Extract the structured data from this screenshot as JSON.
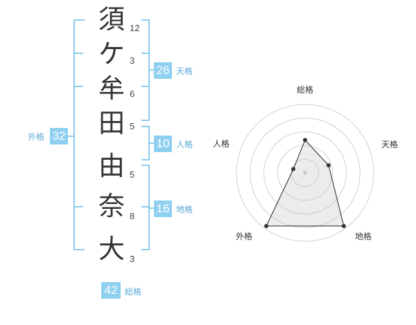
{
  "name_chars": [
    {
      "char": "須",
      "strokes": "12"
    },
    {
      "char": "ケ",
      "strokes": "3"
    },
    {
      "char": "牟",
      "strokes": "6"
    },
    {
      "char": "田",
      "strokes": "5"
    },
    {
      "char": "由",
      "strokes": "5"
    },
    {
      "char": "奈",
      "strokes": "8"
    },
    {
      "char": "大",
      "strokes": "3"
    }
  ],
  "kakusu": {
    "tenkaku": {
      "value": "26",
      "label": "天格"
    },
    "jinkaku": {
      "value": "10",
      "label": "人格"
    },
    "chikaku": {
      "value": "16",
      "label": "地格"
    },
    "gaikaku": {
      "value": "32",
      "label": "外格"
    },
    "soukaku": {
      "value": "42",
      "label": "総格"
    }
  },
  "colors": {
    "accent": "#8fd0f0",
    "bracket": "#8ccbea",
    "label_text": "#5aa9d6"
  },
  "chart_data": {
    "type": "radar",
    "axes": [
      "総格",
      "天格",
      "地格",
      "外格",
      "人格"
    ],
    "values": [
      2.4,
      1.8,
      4.8,
      4.8,
      0.9
    ],
    "rmax": 5,
    "rings": 5
  }
}
